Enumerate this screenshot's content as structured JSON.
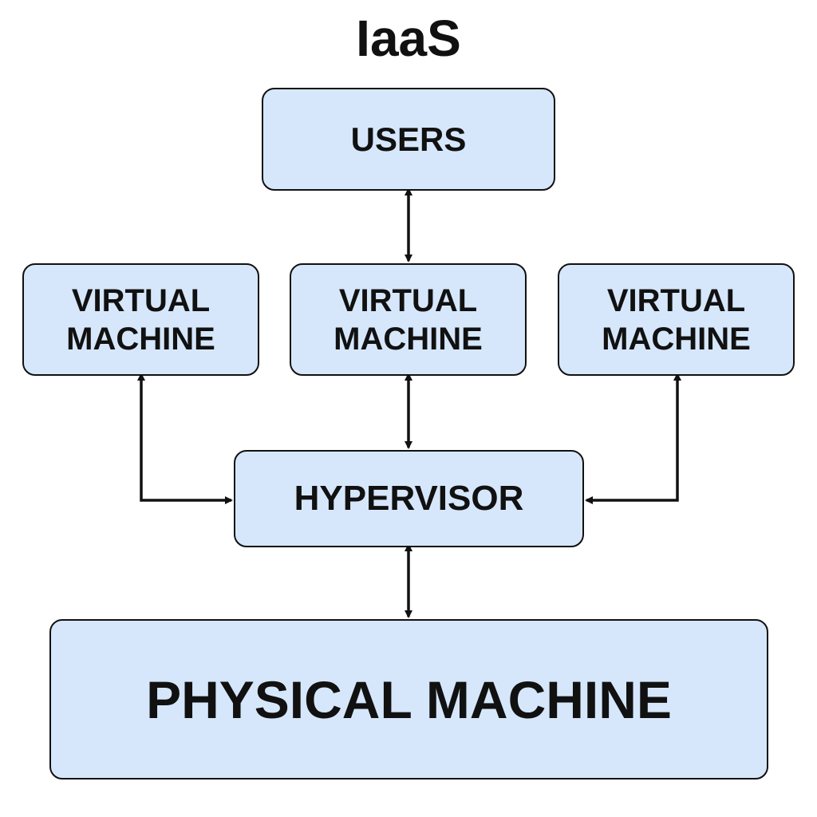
{
  "diagram": {
    "title": "IaaS",
    "box_fill": "#d6e7fb",
    "line_color": "#111111",
    "nodes": {
      "users": {
        "label": "USERS"
      },
      "vm_left": {
        "line1": "VIRTUAL",
        "line2": "MACHINE"
      },
      "vm_center": {
        "line1": "VIRTUAL",
        "line2": "MACHINE"
      },
      "vm_right": {
        "line1": "VIRTUAL",
        "line2": "MACHINE"
      },
      "hypervisor": {
        "label": "HYPERVISOR"
      },
      "physical": {
        "label": "PHYSICAL MACHINE"
      }
    },
    "edges": [
      {
        "from": "users",
        "to": "vm_center",
        "bidirectional": true
      },
      {
        "from": "vm_center",
        "to": "hypervisor",
        "bidirectional": true
      },
      {
        "from": "vm_left",
        "to": "hypervisor",
        "bidirectional": true
      },
      {
        "from": "vm_right",
        "to": "hypervisor",
        "bidirectional": true
      },
      {
        "from": "hypervisor",
        "to": "physical",
        "bidirectional": true
      }
    ]
  }
}
